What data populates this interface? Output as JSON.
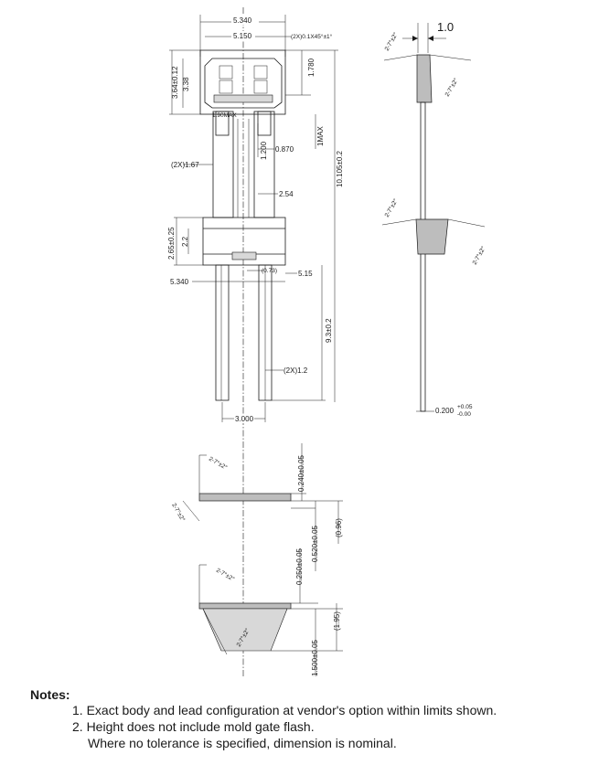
{
  "front_view": {
    "body_width": "5.340",
    "body_width_inner": "5.150",
    "chamfer": "(2X)0.1X45°±1°",
    "height_a": "3.64±0.12",
    "height_b": "3.38",
    "height_c": "1.780",
    "max_a": "1.90MAX",
    "max_b": "1MAX",
    "pitch_half": "(2X)1.67",
    "lead_a": "1.200",
    "lead_b": "0.870",
    "lead_spacing": "2.54",
    "total_len": "10.105±0.2",
    "mold_h_a": "2.65±0.25",
    "mold_h_b": "2.2",
    "mold_w": "5.340",
    "gap": "(0.73)",
    "mold_w2": "5.15",
    "lead_len": "9.3±0.2",
    "lead_w": "(2X)1.2",
    "lead_pitch": "3.000"
  },
  "side_view": {
    "width": "1.0",
    "draft_a": "2-7°±2°",
    "draft_b": "2-7°±2°",
    "draft_c": "2-7°±2°",
    "draft_d": "2-7°±2°",
    "lead_t": "0.200",
    "tol_plus": "+0.05",
    "tol_minus": "-0.00"
  },
  "bottom_view": {
    "draft_a": "2-7°±2°",
    "draft_b": "2-7°±2°",
    "draft_c": "2-7°±2°",
    "draft_d": "2-7°±2°",
    "t1": "0.240±0.05",
    "t2": "0.520±0.05",
    "t3": "(0.96)",
    "t4": "0.250±0.05",
    "t5": "1.500±0.05",
    "t6": "(1.95)"
  },
  "notes": {
    "title": "Notes:",
    "items": [
      "1. Exact body and lead configuration at vendor's option within limits shown.",
      "2. Height does not include mold gate flash.",
      "Where no tolerance is specified, dimension is nominal."
    ]
  }
}
